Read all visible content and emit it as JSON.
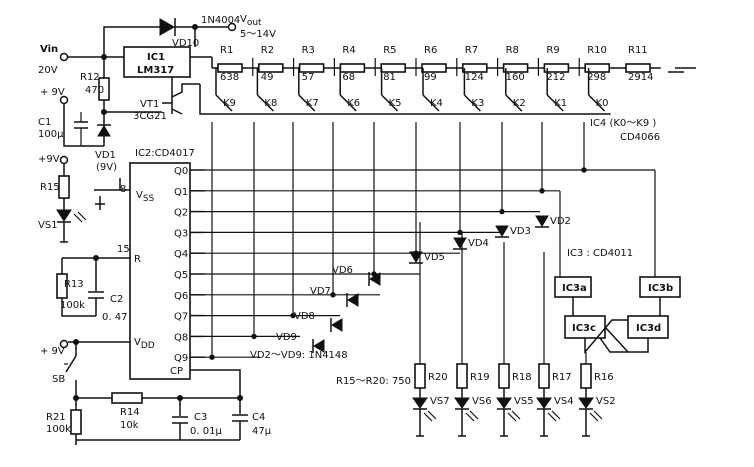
{
  "title_labels": {
    "diode_top": "1N4004",
    "vout": "V",
    "vout_sub": "out",
    "vout_range": "5～14V",
    "vd10": "VD10",
    "vin": "Vin",
    "vin_val": "20V",
    "ic1": "IC1",
    "lm317": "LM317",
    "r12": "R12",
    "r12_val": "470",
    "plus9v_a": "+ 9V",
    "c1": "C1",
    "c1_val": "100μ",
    "vd1": "VD1",
    "vd1_val": "(9V)",
    "vt1": "VT1",
    "vt1_part": "3CG21",
    "plus9v_b": "+9V",
    "r15": "R15",
    "vs1": "VS1",
    "ic2": "IC2:CD4017",
    "vss": "V",
    "vss_sub": "SS",
    "pin8": "8",
    "pin15": "15",
    "rpin": "R",
    "r13": "R13",
    "r13_val": "100k",
    "c2": "C2",
    "c2_val": "0. 47",
    "vdd": "V",
    "vdd_sub": "DD",
    "plus9v_c": "+ 9V",
    "sb": "SB",
    "r21": "R21",
    "r21_val": "100k",
    "r14": "R14",
    "r14_val": "10k",
    "c3": "C3",
    "c3_val": "0. 01μ",
    "c4": "C4",
    "c4_val": "47μ",
    "cp": "CP",
    "ic4": "IC4 (K0～K9 )",
    "ic4_part": "CD4066",
    "ic3": "IC3 : CD4011",
    "ic3a": "IC3a",
    "ic3b": "IC3b",
    "ic3c": "IC3c",
    "ic3d": "IC3d",
    "vd_note": "VD2～VD9: 1N4148",
    "r_note": "R15～R20: 750"
  },
  "resistors": [
    {
      "name": "R1",
      "value": "638"
    },
    {
      "name": "R2",
      "value": "49"
    },
    {
      "name": "R3",
      "value": "57"
    },
    {
      "name": "R4",
      "value": "68"
    },
    {
      "name": "R5",
      "value": "81"
    },
    {
      "name": "R6",
      "value": "99"
    },
    {
      "name": "R7",
      "value": "124"
    },
    {
      "name": "R8",
      "value": "160"
    },
    {
      "name": "R9",
      "value": "212"
    },
    {
      "name": "R10",
      "value": "298"
    },
    {
      "name": "R11",
      "value": "2914"
    }
  ],
  "switches": [
    "K9",
    "K8",
    "K7",
    "K6",
    "K5",
    "K4",
    "K3",
    "K2",
    "K1",
    "K0"
  ],
  "outputs": [
    "Q0",
    "Q1",
    "Q2",
    "Q3",
    "Q4",
    "Q5",
    "Q6",
    "Q7",
    "Q8",
    "Q9"
  ],
  "diodes": [
    "VD2",
    "VD3",
    "VD4",
    "VD5",
    "VD6",
    "VD7",
    "VD8",
    "VD9"
  ],
  "led_resistors": [
    "R20",
    "R19",
    "R18",
    "R17",
    "R16"
  ],
  "leds": [
    "VS7",
    "VS6",
    "VS5",
    "VS4",
    "VS2"
  ]
}
